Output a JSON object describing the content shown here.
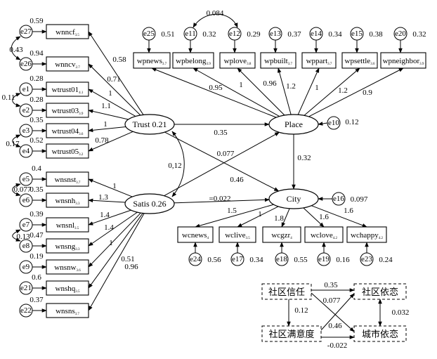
{
  "latent": {
    "trust": {
      "name": "Trust",
      "r2": "0.21"
    },
    "satis": {
      "name": "Satis",
      "r2": "0.26"
    },
    "place": {
      "name": "Place"
    },
    "city": {
      "name": "City"
    }
  },
  "top_indicators": [
    {
      "name": "wpnews",
      "sub": "3.7",
      "err": "e25",
      "loading": "0.95"
    },
    {
      "name": "wpbelong",
      "sub": "3.9",
      "err": "e11",
      "loading": "1"
    },
    {
      "name": "wplove",
      "sub": "3.8",
      "err": "e12",
      "loading": "0.96"
    },
    {
      "name": "wpbuilt",
      "sub": "3.7",
      "err": "e13",
      "loading": "1.2"
    },
    {
      "name": "wppart",
      "sub": "3.7",
      "err": "e14",
      "loading": "1"
    },
    {
      "name": "wpsettle",
      "sub": "3.6",
      "err": "e15",
      "loading": "1.2"
    },
    {
      "name": "wpneighbor",
      "sub": "3.9",
      "err": "e20",
      "loading": "0.9"
    }
  ],
  "top_error_values": [
    "0.51",
    "0.32",
    "0.29",
    "0.37",
    "0.34",
    "0.38",
    "0.32"
  ],
  "top_covariance": "0.084",
  "trust_indicators": [
    {
      "name": "wnncf",
      "sub": "3.5",
      "err": "e27",
      "errval": "0.59",
      "loading": "0.58"
    },
    {
      "name": "wnncv",
      "sub": "2.7",
      "err": "e26",
      "errval": "0.94",
      "loading": "0.71"
    },
    {
      "name": "wtrust01",
      "sub": "4.1",
      "err": "e1",
      "errval": "0.28",
      "loading": "1"
    },
    {
      "name": "wtrust03",
      "sub": "3.9",
      "err": "e2",
      "errval": "0.28",
      "loading": "1.1"
    },
    {
      "name": "wtrust04",
      "sub": "3.6",
      "err": "e3",
      "errval": "0.35",
      "loading": "1"
    },
    {
      "name": "wtrust05",
      "sub": "3.2",
      "err": "e4",
      "errval": "0.52",
      "loading": "0.78"
    }
  ],
  "trust_covariances": [
    "0.43",
    "0.11",
    "0.17"
  ],
  "satis_indicators": [
    {
      "name": "wnsnst",
      "sub": "3.7",
      "err": "e5",
      "errval": "0.4",
      "loading": "1"
    },
    {
      "name": "wnsnh",
      "sub": "3.3",
      "err": "e6",
      "errval": "0.35",
      "loading": "1.3"
    },
    {
      "name": "wnsnl",
      "sub": "3.5",
      "err": "e7",
      "errval": "0.39",
      "loading": "1.4"
    },
    {
      "name": "wnsng",
      "sub": "3.3",
      "err": "e8",
      "errval": "0.47",
      "loading": "1.4"
    },
    {
      "name": "wnsnw",
      "sub": "3.6",
      "err": "e9",
      "errval": "0.19",
      "loading": "1"
    },
    {
      "name": "wnshq",
      "sub": "3.5",
      "err": "e21",
      "errval": "0.6",
      "loading": "0.51"
    },
    {
      "name": "wnsns",
      "sub": "3.7",
      "err": "e22",
      "errval": "0.37",
      "loading": "0.96"
    }
  ],
  "satis_covariances": [
    "0.077",
    "0.13"
  ],
  "city_indicators": [
    {
      "name": "wcnews",
      "sub": "4",
      "err": "e24",
      "errval": "0.56",
      "loading": "1.5"
    },
    {
      "name": "wclive",
      "sub": "3.5",
      "err": "e17",
      "errval": "0.34",
      "loading": "1"
    },
    {
      "name": "wcgzr",
      "sub": "4",
      "err": "e18",
      "errval": "0.55",
      "loading": "1.8"
    },
    {
      "name": "wclove",
      "sub": "4.2",
      "err": "e19",
      "errval": "0.16",
      "loading": "1.6"
    },
    {
      "name": "wchappy",
      "sub": "4.2",
      "err": "e23",
      "errval": "0.24",
      "loading": "1.6"
    }
  ],
  "structural": {
    "trust_place": "0.35",
    "trust_city": "0.077",
    "trust_satis": "0,12",
    "satis_place": "0.46",
    "satis_city": "=0.022",
    "place_city": "0.32",
    "place_err": "e10",
    "place_errval": "0.12",
    "city_err": "e16",
    "city_errval": "0.097"
  },
  "inset": {
    "trust": "社区信任",
    "place": "社区依恋",
    "satis": "社区满意度",
    "city": "城市依恋",
    "trust_place": "0.35",
    "trust_city": "0.077",
    "trust_satis": "0.12",
    "satis_place": "0.46",
    "satis_city": "-0.022",
    "place_city": "0.032"
  }
}
